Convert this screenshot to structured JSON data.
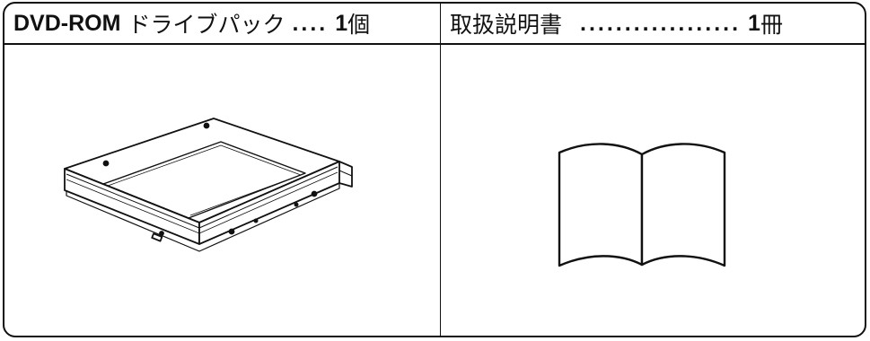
{
  "items": [
    {
      "name_bold": "DVD-ROM",
      "name_rest": "ドライブパック",
      "dots": "....",
      "qty_num": "1",
      "qty_unit": "個",
      "illustration": "dvd-rom-drive-pack"
    },
    {
      "name_bold": "",
      "name_rest": "取扱説明書",
      "dots": "..................",
      "qty_num": "1",
      "qty_unit": "冊",
      "illustration": "open-book"
    }
  ]
}
